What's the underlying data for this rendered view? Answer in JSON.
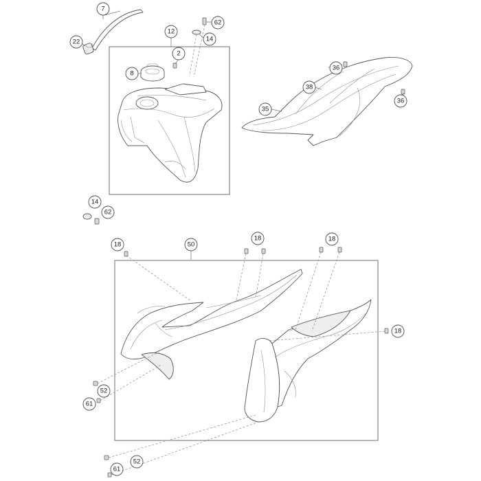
{
  "diagram": {
    "callouts": [
      "7",
      "62",
      "22",
      "12",
      "14",
      "2",
      "8",
      "36",
      "38",
      "35",
      "36",
      "14",
      "62",
      "18",
      "50",
      "18",
      "18",
      "18",
      "52",
      "61",
      "52",
      "61"
    ]
  }
}
